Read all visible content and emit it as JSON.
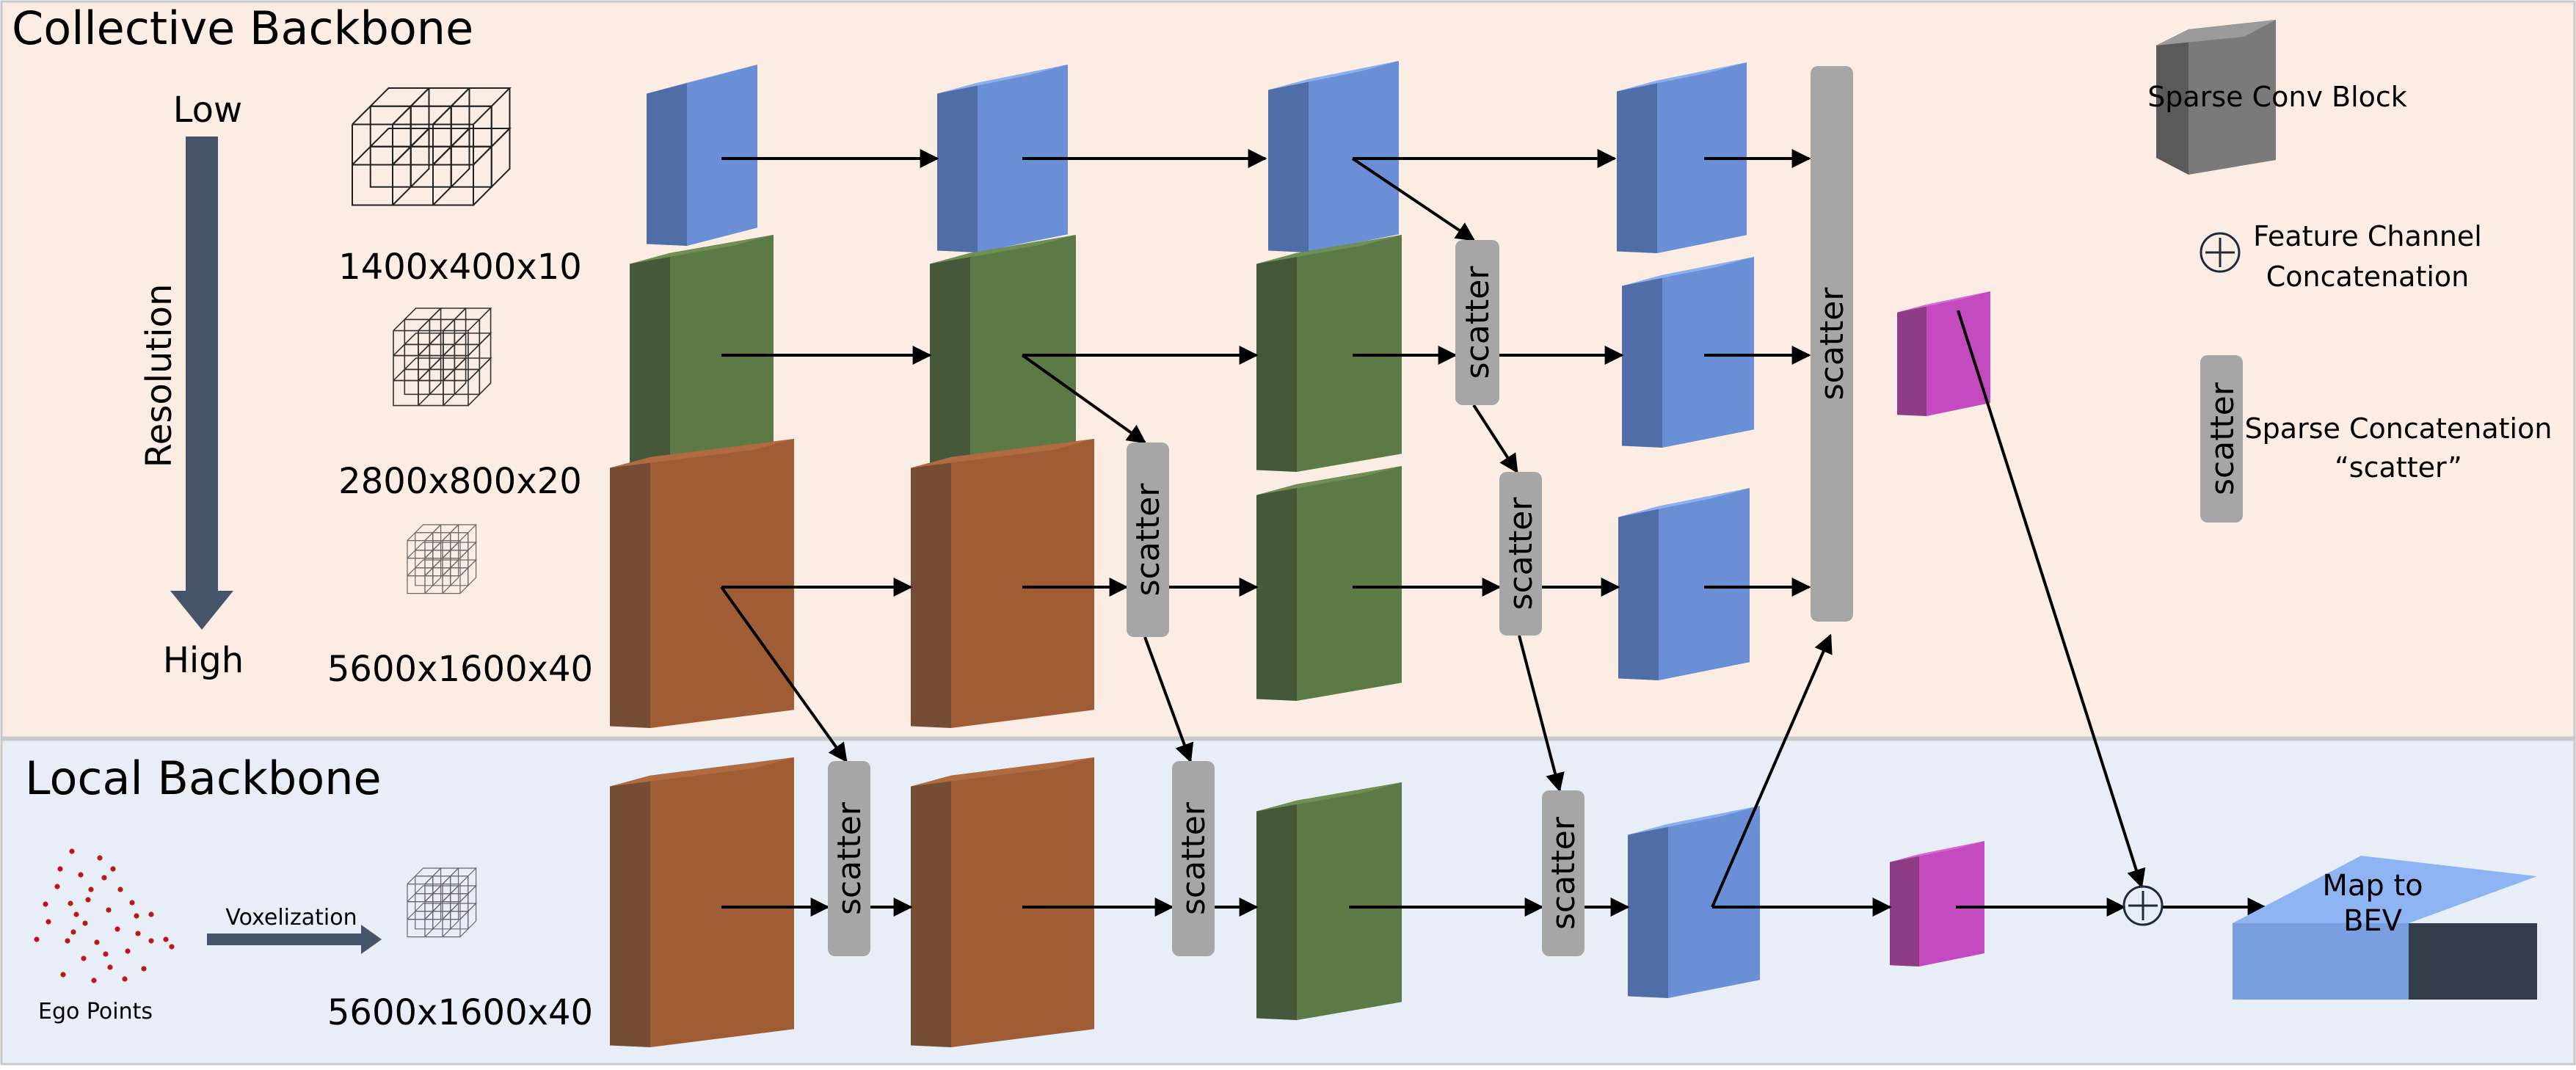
{
  "collective": {
    "title": "Collective Backbone",
    "resolution": {
      "low": "Low",
      "axis": "Resolution",
      "high": "High"
    },
    "grids": [
      "1400x400x10",
      "2800x800x20",
      "5600x1600x40"
    ]
  },
  "local": {
    "title": "Local Backbone",
    "ego_points": "Ego Points",
    "voxelization": "Voxelization",
    "grid": "5600x1600x40",
    "map_to_bev": [
      "Map to",
      "BEV"
    ]
  },
  "legend": {
    "sparse_conv": "Sparse Conv Block",
    "feature_concat": [
      "Feature Channel",
      "Concatenation"
    ],
    "sparse_concat": [
      "Sparse Concatenation",
      "“scatter”"
    ]
  },
  "scatter_label": "scatter",
  "colors": {
    "collective_bg": "#fbece4",
    "local_bg": "#e8eef8",
    "blue": "#6a8fd6",
    "green": "#5c7a45",
    "orange": "#a05c34",
    "magenta": "#c44bbf",
    "gray_block": "#7a7a7a",
    "scatter": "#a6a6a6",
    "arrow": "#000000",
    "resolution_arrow": "#46546a"
  }
}
